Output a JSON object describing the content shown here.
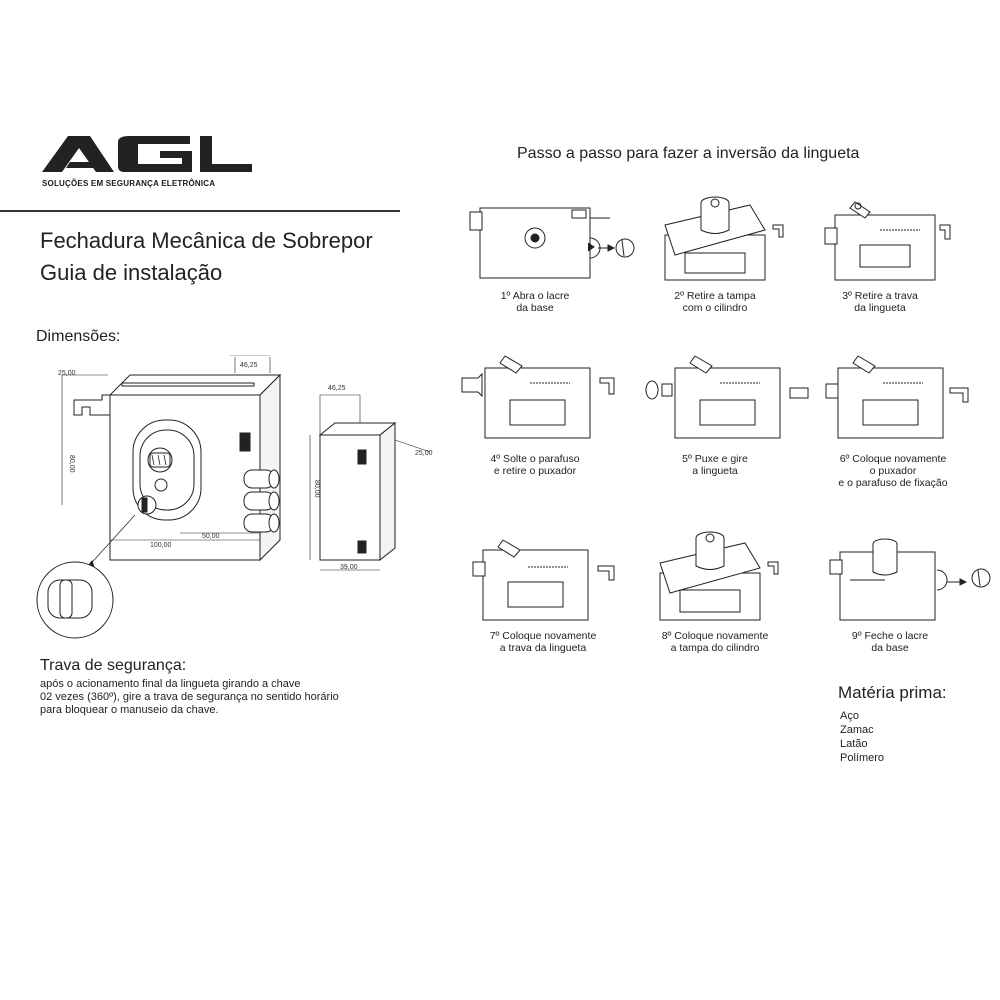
{
  "brand": {
    "logo": "AGL",
    "tagline": "SOLUÇÕES EM SEGURANÇA ELETRÔNICA"
  },
  "document": {
    "title_line1": "Fechadura Mecânica de Sobrepor",
    "title_line2": "Guia de instalação"
  },
  "dimensions": {
    "heading": "Dimensões:",
    "labels": {
      "d25_left": "25,00",
      "d46_top": "46,25",
      "d80_left": "80,00",
      "d100": "100,00",
      "d50": "50,00",
      "d46_side": "46,25",
      "d25_side": "25,00",
      "d80_side": "80,00",
      "d39": "39,00"
    }
  },
  "safety_lock": {
    "heading": "Trava de segurança:",
    "line1": "após o acionamento final da lingueta girando a chave",
    "line2": "02 vezes (360º), gire a trava de segurança no sentido horário",
    "line3": "para bloquear o manuseio da chave."
  },
  "steps": {
    "heading": "Passo a passo para fazer a inversão da lingueta",
    "items": [
      {
        "line1": "1º Abra o lacre",
        "line2": "da base",
        "line3": ""
      },
      {
        "line1": "2º Retire a tampa",
        "line2": "com o cilindro",
        "line3": ""
      },
      {
        "line1": "3º Retire a trava",
        "line2": "da lingueta",
        "line3": ""
      },
      {
        "line1": "4º Solte o parafuso",
        "line2": "e retire o puxador",
        "line3": ""
      },
      {
        "line1": "5º Puxe e gire",
        "line2": "a lingueta",
        "line3": ""
      },
      {
        "line1": "6º Coloque novamente",
        "line2": "o puxador",
        "line3": "e o parafuso de fixação"
      },
      {
        "line1": "7º Coloque novamente",
        "line2": "a trava da lingueta",
        "line3": ""
      },
      {
        "line1": "8º Coloque novamente",
        "line2": "a tampa do cilindro",
        "line3": ""
      },
      {
        "line1": "9º Feche o lacre",
        "line2": "da base",
        "line3": ""
      }
    ]
  },
  "materials": {
    "heading": "Matéria prima:",
    "items": [
      "Aço",
      "Zamac",
      "Latão",
      "Polímero"
    ]
  }
}
